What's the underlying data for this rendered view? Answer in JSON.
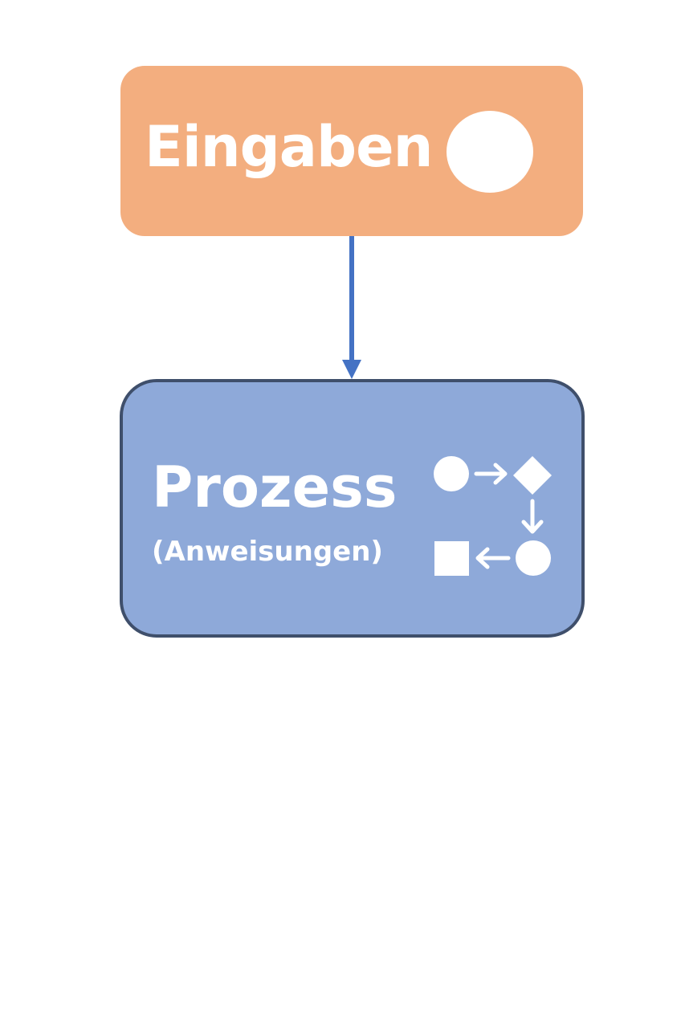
{
  "diagram": {
    "nodes": [
      {
        "id": "input",
        "label": "Eingaben",
        "fill": "#F3AE7F",
        "text_color": "#FFFFFF",
        "icon": "circle-icon"
      },
      {
        "id": "process",
        "label": "Prozess",
        "sublabel": "(Anweisungen)",
        "fill": "#8EA9D9",
        "stroke": "#3F4F6B",
        "text_color": "#FFFFFF",
        "icon": "flow-cycle-icon"
      }
    ],
    "edges": [
      {
        "from": "input",
        "to": "process",
        "color": "#4472C4"
      }
    ]
  }
}
